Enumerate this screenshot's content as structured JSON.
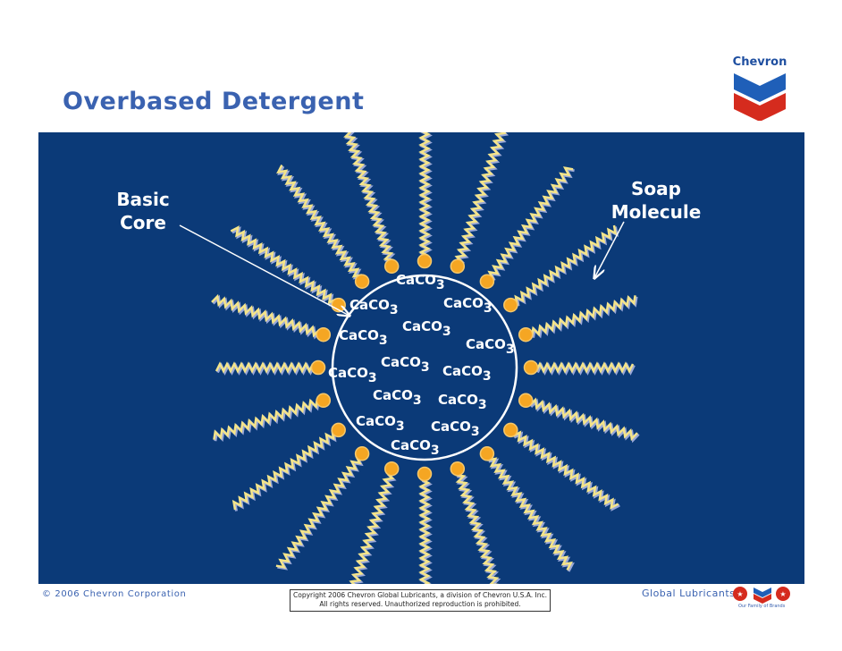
{
  "slide": {
    "title": "Overbased Detergent",
    "logo_text": "Chevron"
  },
  "diagram": {
    "core_label_line1": "Basic",
    "core_label_line2": "Core",
    "soap_label_line1": "Soap",
    "soap_label_line2": "Molecule",
    "formula_base": "CaCO",
    "formula_sub": "3",
    "colors": {
      "background": "#0b3a78",
      "tail": "#f4e48a",
      "tail_shadow": "#9aa8d8",
      "head": "#f5a623",
      "core_outline": "#ffffff"
    }
  },
  "footer": {
    "left": "© 2006 Chevron Corporation",
    "copyright_line1": "Copyright 2006 Chevron Global Lubricants, a division of Chevron U.S.A. Inc.",
    "copyright_line2": "All rights reserved.  Unauthorized reproduction is prohibited.",
    "right": "Global Lubricants",
    "brands_caption": "Our Family of Brands"
  }
}
